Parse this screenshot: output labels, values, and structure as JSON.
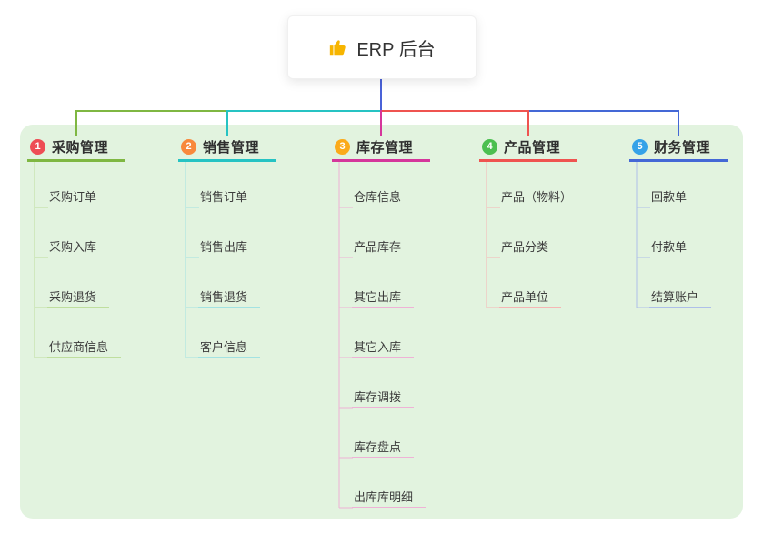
{
  "root": {
    "label": "ERP 后台",
    "icon": "thumbs-up-icon",
    "icon_color": "#F7B500",
    "connector_color": "#4A62D8"
  },
  "panel": {
    "background": "#E2F3DF"
  },
  "branches": [
    {
      "badge": "1",
      "label": "采购管理",
      "badge_color": "#EE4D55",
      "line_color": "#7FB742",
      "child_line_color": "#BFDE9E",
      "children": [
        "采购订单",
        "采购入库",
        "采购退货",
        "供应商信息"
      ]
    },
    {
      "badge": "2",
      "label": "销售管理",
      "badge_color": "#F8893C",
      "line_color": "#26C3C3",
      "child_line_color": "#A3E2E2",
      "children": [
        "销售订单",
        "销售出库",
        "销售退货",
        "客户信息"
      ]
    },
    {
      "badge": "3",
      "label": "库存管理",
      "badge_color": "#FBAA1A",
      "line_color": "#D5369B",
      "child_line_color": "#EFB2D6",
      "children": [
        "仓库信息",
        "产品库存",
        "其它出库",
        "其它入库",
        "库存调拨",
        "库存盘点",
        "出库库明细"
      ]
    },
    {
      "badge": "4",
      "label": "产品管理",
      "badge_color": "#4CBF50",
      "line_color": "#EF5350",
      "child_line_color": "#F6B6B4",
      "children": [
        "产品（物料）",
        "产品分类",
        "产品单位"
      ]
    },
    {
      "badge": "5",
      "label": "财务管理",
      "badge_color": "#35A2E8",
      "line_color": "#4468D6",
      "child_line_color": "#AEBFE9",
      "children": [
        "回款单",
        "付款单",
        "结算账户"
      ]
    }
  ]
}
